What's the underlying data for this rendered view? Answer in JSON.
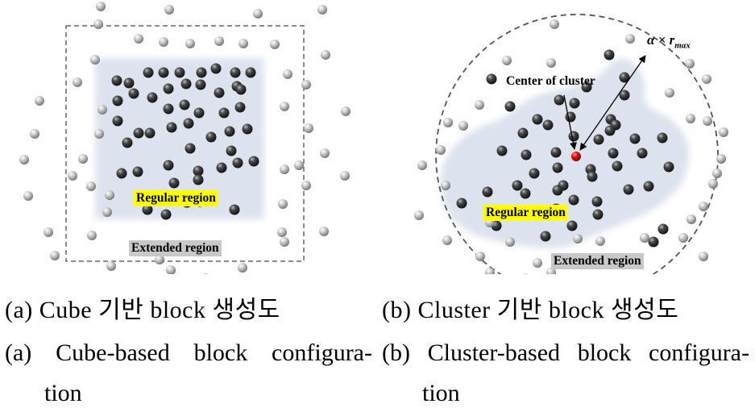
{
  "panel_a": {
    "regular_label": "Regular region",
    "extended_label": "Extended region",
    "caption_ko": "(a) Cube 기반 block 생성도",
    "caption_en_line1": "(a) Cube-based block configura-",
    "caption_en_line2": "tion"
  },
  "panel_b": {
    "regular_label": "Regular region",
    "extended_label": "Extended region",
    "center_label": "Center of cluster",
    "radius_label": "α × r",
    "radius_subscript": "max",
    "caption_ko": "(b) Cluster 기반 block 생성도",
    "caption_en_line1": "(b) Cluster-based block configura-",
    "caption_en_line2": "tion"
  },
  "colors": {
    "region_fill": "#dde3ee",
    "dark_particle": "#2e2e2e",
    "light_particle": "#a8a8a8",
    "center_point": "#e01010",
    "highlight_yellow": "#ffff00",
    "highlight_gray": "#c8c8c8"
  }
}
